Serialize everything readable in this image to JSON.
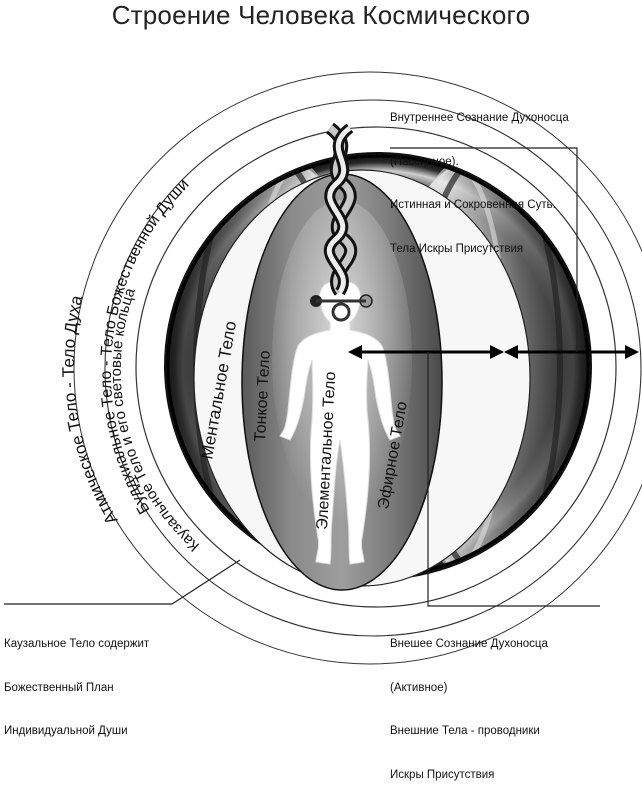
{
  "title": "Строение Человека Космического",
  "labels": {
    "atmic": "Атмическое Тело - Тело Духа",
    "buddhic": "Буддхиальное Тело - Тело Божественной Души",
    "causal": "Каузальное Тело и его световые кольца",
    "mental": "Ментальное Тело",
    "subtle": "Тонкое Тело",
    "elemental": "Элементальное Тело",
    "etheric": "Эфирное Тело"
  },
  "notes": {
    "top": [
      "Внутреннее Сознание Духоносца",
      "(Пассивное).",
      "Истинная и Сокровенная Суть.",
      "Тела Искры Присутствия"
    ],
    "bottom": [
      "Внешее Сознание Духоносца",
      "(Активное)",
      "Внешние Тела - проводники",
      "Искры Присутствия"
    ],
    "left": [
      "Каузальное Тело содержит",
      "Божественный План",
      "Индивидуальной Души"
    ]
  }
}
